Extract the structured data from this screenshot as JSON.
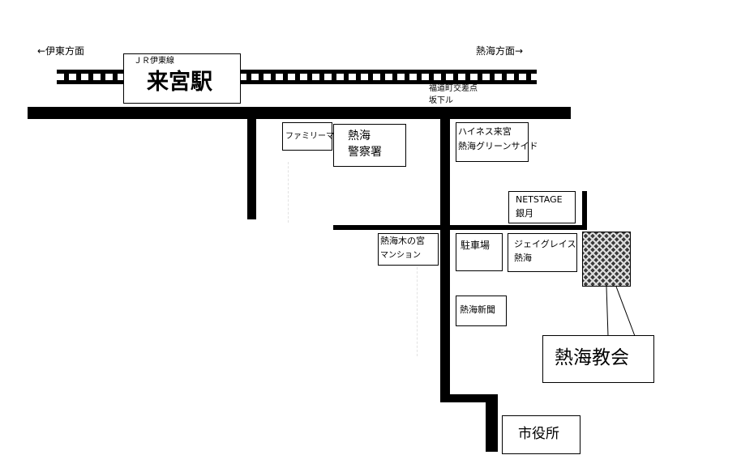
{
  "map": {
    "direction_left": "←伊東方面",
    "direction_right": "熱海方面→",
    "station": {
      "line": "ＪＲ伊東線",
      "name": "来宮駅"
    },
    "intersection": {
      "line1": "福道町交差点",
      "line2": "坂下ル"
    },
    "landmarks": {
      "family_mart": "ファミリーマート",
      "police": {
        "line1": "熱海",
        "line2": "警察署"
      },
      "haines": {
        "line1": "ハイネス来宮",
        "line2": "熱海グリーンサイド"
      },
      "netstage": {
        "line1": "NETSTAGE",
        "line2": "銀月"
      },
      "kinomiya_mansion": {
        "line1": "熱海木の宮",
        "line2": "マンション"
      },
      "parking": "駐車場",
      "jgrace": {
        "line1": "ジェイグレイス",
        "line2": "熱海"
      },
      "newspaper": "熱海新聞",
      "church": "熱海教会",
      "city_hall": "市役所"
    },
    "colors": {
      "road": "#000000",
      "background": "#ffffff",
      "church_fill": "#3a3a3a"
    }
  }
}
